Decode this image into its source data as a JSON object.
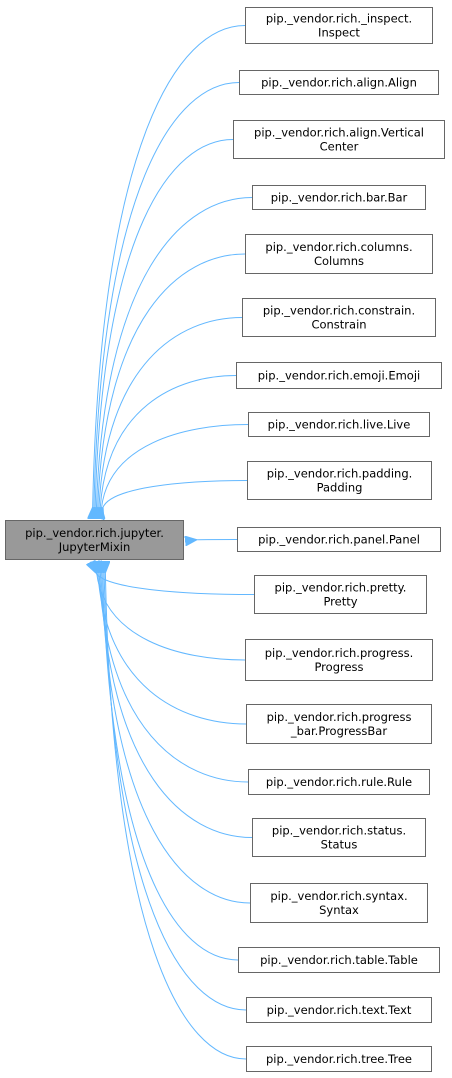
{
  "colors": {
    "edge": "#63b8ff",
    "node_border": "#666666",
    "node_fill": "#ffffff",
    "base_fill": "#999999",
    "base_border": "#666666"
  },
  "base_class": {
    "lines": [
      "pip._vendor.rich.jupyter.",
      "JupyterMixin"
    ]
  },
  "derived_classes": [
    {
      "lines": [
        "pip._vendor.rich._inspect.",
        "Inspect"
      ]
    },
    {
      "lines": [
        "pip._vendor.rich.align.Align"
      ]
    },
    {
      "lines": [
        "pip._vendor.rich.align.Vertical",
        "Center"
      ]
    },
    {
      "lines": [
        "pip._vendor.rich.bar.Bar"
      ]
    },
    {
      "lines": [
        "pip._vendor.rich.columns.",
        "Columns"
      ]
    },
    {
      "lines": [
        "pip._vendor.rich.constrain.",
        "Constrain"
      ]
    },
    {
      "lines": [
        "pip._vendor.rich.emoji.Emoji"
      ]
    },
    {
      "lines": [
        "pip._vendor.rich.live.Live"
      ]
    },
    {
      "lines": [
        "pip._vendor.rich.padding.",
        "Padding"
      ]
    },
    {
      "lines": [
        "pip._vendor.rich.panel.Panel"
      ]
    },
    {
      "lines": [
        "pip._vendor.rich.pretty.",
        "Pretty"
      ]
    },
    {
      "lines": [
        "pip._vendor.rich.progress.",
        "Progress"
      ]
    },
    {
      "lines": [
        "pip._vendor.rich.progress",
        "_bar.ProgressBar"
      ]
    },
    {
      "lines": [
        "pip._vendor.rich.rule.Rule"
      ]
    },
    {
      "lines": [
        "pip._vendor.rich.status.",
        "Status"
      ]
    },
    {
      "lines": [
        "pip._vendor.rich.syntax.",
        "Syntax"
      ]
    },
    {
      "lines": [
        "pip._vendor.rich.table.Table"
      ]
    },
    {
      "lines": [
        "pip._vendor.rich.text.Text"
      ]
    },
    {
      "lines": [
        "pip._vendor.rich.tree.Tree"
      ]
    }
  ]
}
